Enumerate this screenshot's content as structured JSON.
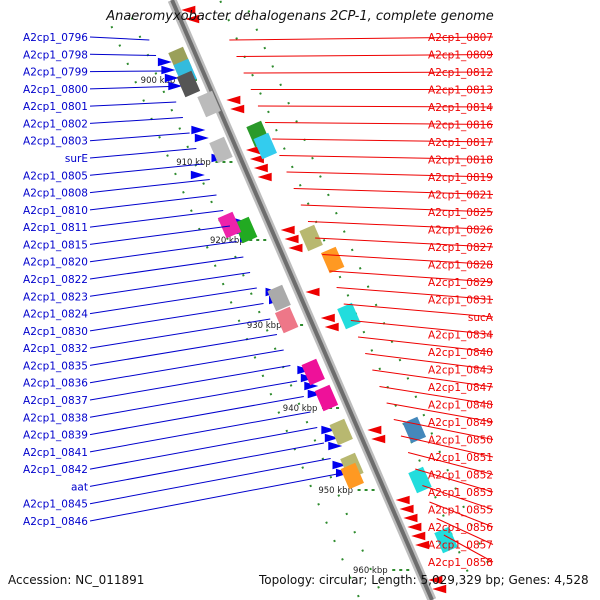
{
  "title": "Anaeromyxobacter dehalogenans 2CP-1, complete genome",
  "footer": {
    "accession": "Accession: NC_011891",
    "summary": "Topology: circular; Length: 5,029,329 bp; Genes: 4,528"
  },
  "colors": {
    "forward": "#0000ee",
    "reverse": "#ee0000",
    "backbone": "#8c8c8c",
    "tick": "#2e8b2e"
  },
  "ticks": [
    "900 kbp",
    "910 kbp",
    "920 kbp",
    "930 kbp",
    "940 kbp",
    "950 kbp",
    "960 kbp"
  ],
  "left_labels": [
    "A2cp1_0796",
    "A2cp1_0798",
    "A2cp1_0799",
    "A2cp1_0800",
    "A2cp1_0801",
    "A2cp1_0802",
    "A2cp1_0803",
    "surE",
    "A2cp1_0805",
    "A2cp1_0808",
    "A2cp1_0810",
    "A2cp1_0811",
    "A2cp1_0815",
    "A2cp1_0820",
    "A2cp1_0822",
    "A2cp1_0823",
    "A2cp1_0824",
    "A2cp1_0830",
    "A2cp1_0832",
    "A2cp1_0835",
    "A2cp1_0836",
    "A2cp1_0837",
    "A2cp1_0838",
    "A2cp1_0839",
    "A2cp1_0841",
    "A2cp1_0842",
    "aat",
    "A2cp1_0845",
    "A2cp1_0846"
  ],
  "right_labels": [
    "A2cp1_0807",
    "A2cp1_0809",
    "A2cp1_0812",
    "A2cp1_0813",
    "A2cp1_0814",
    "A2cp1_0816",
    "A2cp1_0817",
    "A2cp1_0818",
    "A2cp1_0819",
    "A2cp1_0821",
    "A2cp1_0825",
    "A2cp1_0826",
    "A2cp1_0827",
    "A2cp1_0828",
    "A2cp1_0829",
    "A2cp1_0831",
    "sucA",
    "A2cp1_0834",
    "A2cp1_0840",
    "A2cp1_0843",
    "A2cp1_0847",
    "A2cp1_0848",
    "A2cp1_0849",
    "A2cp1_0850",
    "A2cp1_0851",
    "A2cp1_0852",
    "A2cp1_0853",
    "A2cp1_0855",
    "A2cp1_0856",
    "A2cp1_0857",
    "A2cp1_0858"
  ]
}
